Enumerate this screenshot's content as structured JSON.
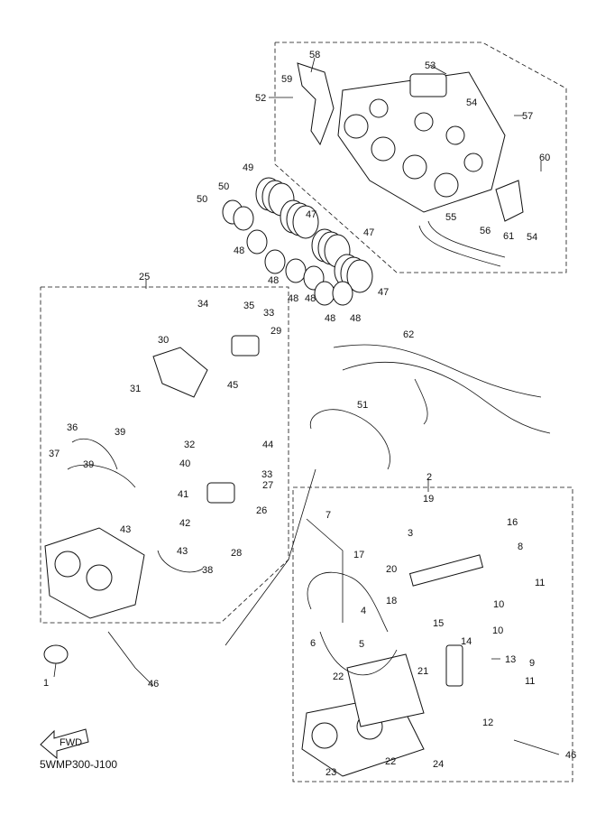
{
  "diagram_code": "5WMP300-J100",
  "fwd_label": "FWD",
  "callouts": [
    {
      "id": "c59",
      "text": "59"
    },
    {
      "id": "c58",
      "text": "58"
    },
    {
      "id": "c52",
      "text": "52"
    },
    {
      "id": "c53",
      "text": "53"
    },
    {
      "id": "c54a",
      "text": "54"
    },
    {
      "id": "c57",
      "text": "57"
    },
    {
      "id": "c60",
      "text": "60"
    },
    {
      "id": "c61",
      "text": "61"
    },
    {
      "id": "c54b",
      "text": "54"
    },
    {
      "id": "c55",
      "text": "55"
    },
    {
      "id": "c56",
      "text": "56"
    },
    {
      "id": "c49",
      "text": "49"
    },
    {
      "id": "c50a",
      "text": "50"
    },
    {
      "id": "c50b",
      "text": "50"
    },
    {
      "id": "c47a",
      "text": "47"
    },
    {
      "id": "c47b",
      "text": "47"
    },
    {
      "id": "c47c",
      "text": "47"
    },
    {
      "id": "c48a",
      "text": "48"
    },
    {
      "id": "c48b",
      "text": "48"
    },
    {
      "id": "c48c",
      "text": "48"
    },
    {
      "id": "c48d",
      "text": "48"
    },
    {
      "id": "c48e",
      "text": "48"
    },
    {
      "id": "c48f",
      "text": "48"
    },
    {
      "id": "c25",
      "text": "25"
    },
    {
      "id": "c34",
      "text": "34"
    },
    {
      "id": "c35",
      "text": "35"
    },
    {
      "id": "c33a",
      "text": "33"
    },
    {
      "id": "c29",
      "text": "29"
    },
    {
      "id": "c30",
      "text": "30"
    },
    {
      "id": "c45",
      "text": "45"
    },
    {
      "id": "c31",
      "text": "31"
    },
    {
      "id": "c32",
      "text": "32"
    },
    {
      "id": "c36",
      "text": "36"
    },
    {
      "id": "c39a",
      "text": "39"
    },
    {
      "id": "c37",
      "text": "37"
    },
    {
      "id": "c39b",
      "text": "39"
    },
    {
      "id": "c40",
      "text": "40"
    },
    {
      "id": "c44",
      "text": "44"
    },
    {
      "id": "c33b",
      "text": "33"
    },
    {
      "id": "c27",
      "text": "27"
    },
    {
      "id": "c26",
      "text": "26"
    },
    {
      "id": "c41",
      "text": "41"
    },
    {
      "id": "c42",
      "text": "42"
    },
    {
      "id": "c43a",
      "text": "43"
    },
    {
      "id": "c43b",
      "text": "43"
    },
    {
      "id": "c28",
      "text": "28"
    },
    {
      "id": "c38",
      "text": "38"
    },
    {
      "id": "c62",
      "text": "62"
    },
    {
      "id": "c51",
      "text": "51"
    },
    {
      "id": "c2",
      "text": "2"
    },
    {
      "id": "c19",
      "text": "19"
    },
    {
      "id": "c16",
      "text": "16"
    },
    {
      "id": "c7",
      "text": "7"
    },
    {
      "id": "c3",
      "text": "3"
    },
    {
      "id": "c8",
      "text": "8"
    },
    {
      "id": "c17",
      "text": "17"
    },
    {
      "id": "c20",
      "text": "20"
    },
    {
      "id": "c11a",
      "text": "11"
    },
    {
      "id": "c18",
      "text": "18"
    },
    {
      "id": "c15",
      "text": "15"
    },
    {
      "id": "c10a",
      "text": "10"
    },
    {
      "id": "c10b",
      "text": "10"
    },
    {
      "id": "c4",
      "text": "4"
    },
    {
      "id": "c5",
      "text": "5"
    },
    {
      "id": "c6",
      "text": "6"
    },
    {
      "id": "c14",
      "text": "14"
    },
    {
      "id": "c13",
      "text": "13"
    },
    {
      "id": "c9",
      "text": "9"
    },
    {
      "id": "c11b",
      "text": "11"
    },
    {
      "id": "c21",
      "text": "21"
    },
    {
      "id": "c22a",
      "text": "22"
    },
    {
      "id": "c12",
      "text": "12"
    },
    {
      "id": "c22b",
      "text": "22"
    },
    {
      "id": "c46a",
      "text": "46"
    },
    {
      "id": "c24",
      "text": "24"
    },
    {
      "id": "c23",
      "text": "23"
    },
    {
      "id": "c1",
      "text": "1"
    },
    {
      "id": "c46b",
      "text": "46"
    }
  ]
}
